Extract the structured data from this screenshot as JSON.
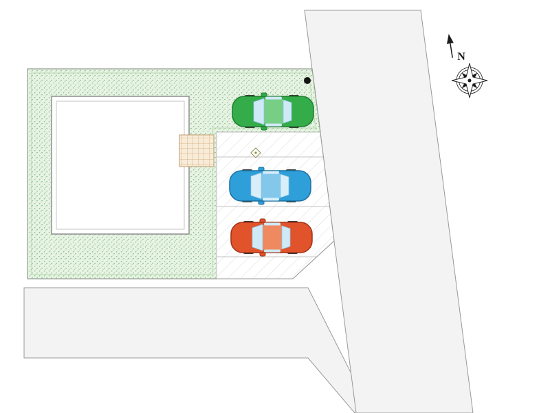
{
  "plan": {
    "type": "residential-site-plan",
    "compass": {
      "north_label": "N"
    }
  },
  "colors": {
    "background": "#ffffff",
    "road_fill": "#f3f3f3",
    "road_stroke": "#999999",
    "grass_fill": "#e7f3e3",
    "grass_speckle": "#89bd89",
    "grass_border": "#84b684",
    "grass_inner_line": "#b9dab6",
    "plot_stroke": "#999999",
    "parking_fill": "#ffffff",
    "hatch_line": "#dbdbdb",
    "stall_line": "#c3c3c3",
    "house_fill": "#ffffff",
    "house_stroke": "#8f8f8f",
    "house_inner_stroke": "#c6c6c6",
    "terrace_fill": "#f8ecd9",
    "terrace_grid": "#d3ad7f",
    "terrace_border": "#c09a6a",
    "pole_marker": "#141414",
    "marker_fill": "#fffdf0",
    "marker_stroke": "#8a8a5e",
    "compass_dark": "#1c1c1c",
    "wheel": "#3a3a3a"
  },
  "cars": [
    {
      "name": "green-car",
      "body": "#33ac49",
      "outline": "#1e7c31",
      "roof": "#77cf86",
      "glass": "#cfe9f7",
      "glass_stroke": "#8fc3e0"
    },
    {
      "name": "blue-car",
      "body": "#2f9fd9",
      "outline": "#1b6f9e",
      "roof": "#83c8ea",
      "glass": "#d8effa",
      "glass_stroke": "#8fc3e0"
    },
    {
      "name": "orange-car",
      "body": "#e0532b",
      "outline": "#a23417",
      "roof": "#ef8a60",
      "glass": "#cfe9f7",
      "glass_stroke": "#8fc3e0"
    }
  ]
}
